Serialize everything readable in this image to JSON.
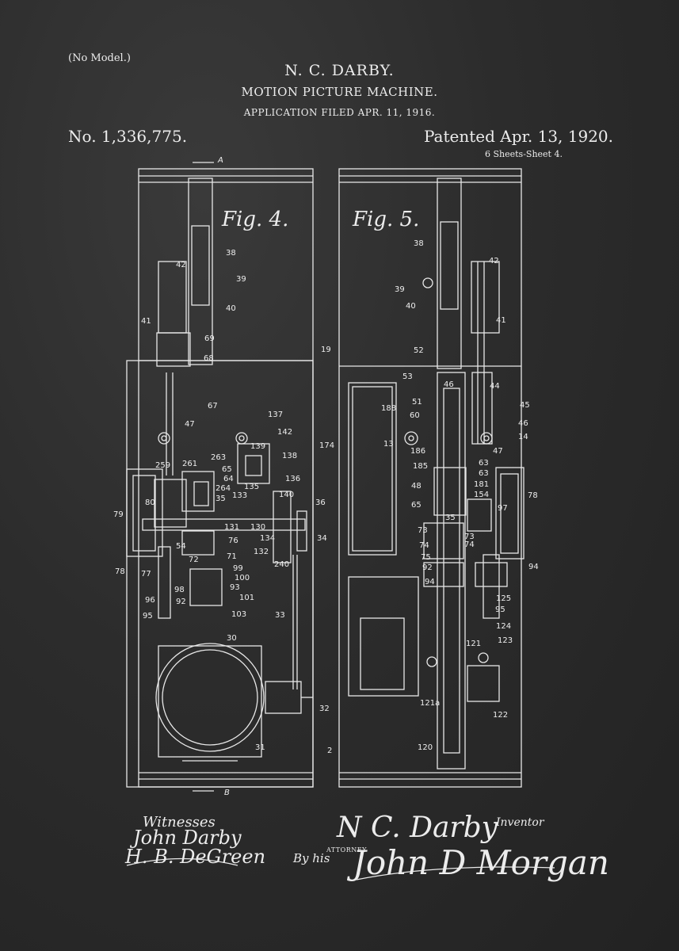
{
  "header": {
    "model_note": "(No Model.)",
    "inventor": "N. C. DARBY.",
    "title": "MOTION PICTURE MACHINE.",
    "application": "APPLICATION FILED APR. 11, 1916.",
    "patent_number": "No. 1,336,775.",
    "patented": "Patented Apr. 13, 1920.",
    "sheets": "6 Sheets-Sheet 4."
  },
  "figures": {
    "fig4": "Fig. 4.",
    "fig5": "Fig. 5.",
    "section_marks": [
      "A",
      "B"
    ],
    "fig4_numbers": [
      "42",
      "38",
      "39",
      "40",
      "41",
      "69",
      "68",
      "19",
      "67",
      "47",
      "137",
      "142",
      "139",
      "138",
      "136",
      "263",
      "259",
      "261",
      "65",
      "64",
      "264",
      "133",
      "135",
      "140",
      "36",
      "79",
      "80",
      "35",
      "131",
      "130",
      "134",
      "34",
      "54",
      "76",
      "72",
      "71",
      "132",
      "240",
      "78",
      "77",
      "99",
      "100",
      "93",
      "98",
      "101",
      "96",
      "92",
      "103",
      "95",
      "33",
      "30",
      "32",
      "31"
    ],
    "fig5_numbers": [
      "38",
      "42",
      "39",
      "40",
      "41",
      "52",
      "53",
      "46",
      "44",
      "45",
      "51",
      "188",
      "60",
      "46",
      "14",
      "174",
      "13",
      "186",
      "47",
      "185",
      "63",
      "48",
      "63",
      "181",
      "154",
      "97",
      "78",
      "65",
      "35",
      "73",
      "74",
      "73",
      "74",
      "75",
      "92",
      "94",
      "94",
      "125",
      "95",
      "124",
      "123",
      "121",
      "121a",
      "122",
      "120",
      "2"
    ]
  },
  "signatures": {
    "witnesses_label": "Witnesses",
    "witness_1": "John Darby",
    "witness_2": "H. B. DeGreen",
    "inventor_signature": "N C. Darby",
    "inventor_label": "Inventor",
    "by_his": "By his",
    "attorney_label": "ATTORNEY",
    "attorney_signature": "John D Morgan"
  },
  "colors": {
    "background": "#2b2b2b",
    "ink": "#ececec"
  }
}
